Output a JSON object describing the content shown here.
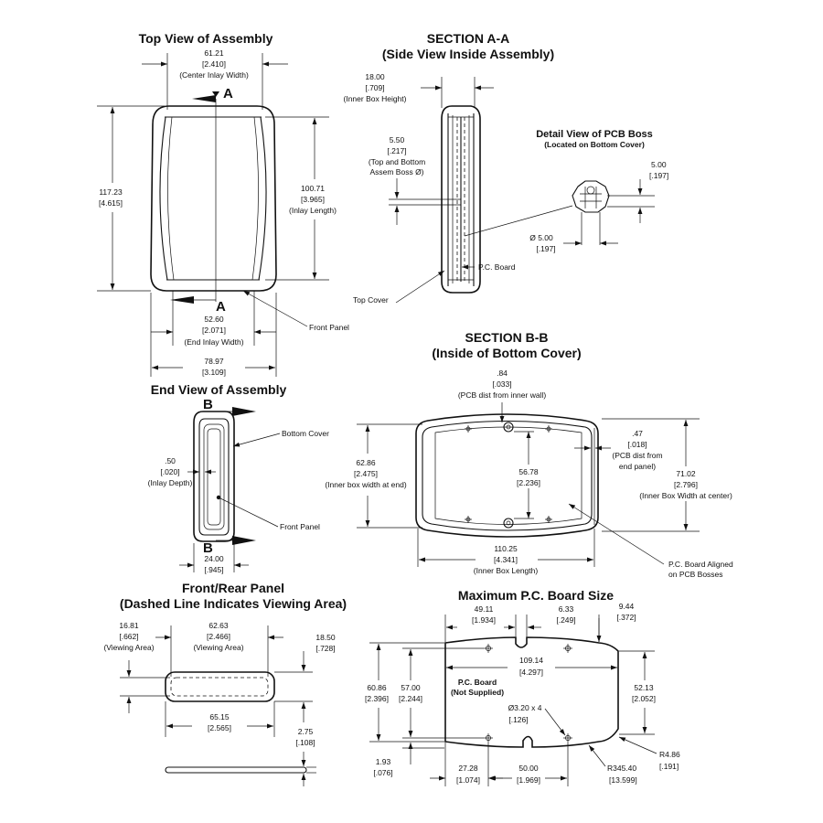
{
  "titles": {
    "top_view": "Top View of Assembly",
    "section_aa_1": "SECTION A-A",
    "section_aa_2": "(Side View Inside Assembly)",
    "detail_boss_1": "Detail View of PCB Boss",
    "detail_boss_2": "(Located on Bottom Cover)",
    "section_bb_1": "SECTION B-B",
    "section_bb_2": "(Inside of Bottom Cover)",
    "end_view": "End View of Assembly",
    "front_panel_1": "Front/Rear Panel",
    "front_panel_2": "(Dashed Line Indicates Viewing Area)",
    "max_pcb": "Maximum P.C. Board Size"
  },
  "top_view": {
    "section_letter_top": "A",
    "section_letter_bottom": "A",
    "dim_center_inlay": [
      "61.21",
      "[2.410]",
      "(Center Inlay Width)"
    ],
    "dim_height": [
      "117.23",
      "[4.615]"
    ],
    "dim_inlay_length": [
      "100.71",
      "[3.965]",
      "(Inlay Length)"
    ],
    "dim_end_inlay": [
      "52.60",
      "[2.071]",
      "(End Inlay Width)"
    ],
    "dim_overall_width": [
      "78.97",
      "[3.109]"
    ],
    "callout_front_panel": "Front Panel"
  },
  "section_aa": {
    "dim_inner_height": [
      "18.00",
      "[.709]",
      "(Inner Box Height)"
    ],
    "dim_boss": [
      "5.50",
      "[.217]",
      "(Top and Bottom",
      "Assem Boss Ø)"
    ],
    "callout_pc_board": "P.C. Board",
    "callout_top_cover": "Top Cover"
  },
  "detail_boss": {
    "dim_height": [
      "5.00",
      "[.197]"
    ],
    "dim_diameter": [
      "Ø  5.00",
      "[.197]"
    ]
  },
  "section_bb": {
    "dim_pcb_wall": [
      ".84",
      "[.033]",
      "(PCB dist from inner wall)"
    ],
    "dim_pcb_end": [
      ".47",
      "[.018]",
      "(PCB dist from",
      "end panel)"
    ],
    "dim_end_width": [
      "62.86",
      "[2.475]",
      "(Inner box width at end)"
    ],
    "dim_boss_spacing": [
      "56.78",
      "[2.236]"
    ],
    "dim_center_width": [
      "71.02",
      "[2.796]",
      "(Inner Box Width at center)"
    ],
    "dim_inner_length": [
      "110.25",
      "[4.341]",
      "(Inner Box Length)"
    ],
    "callout_pcb_aligned": [
      "P.C. Board Aligned",
      "on PCB Bosses"
    ]
  },
  "end_view": {
    "section_letter_top": "B",
    "section_letter_bottom": "B",
    "callout_bottom_cover": "Bottom Cover",
    "dim_inlay_depth": [
      ".50",
      "[.020]",
      "(Inlay Depth)"
    ],
    "callout_front_panel": "Front Panel",
    "dim_width": [
      "24.00",
      "[.945]"
    ]
  },
  "front_panel": {
    "dim_view_left": [
      "16.81",
      "[.662]",
      "(Viewing Area)"
    ],
    "dim_view_width": [
      "62.63",
      "[2.466]",
      "(Viewing Area)"
    ],
    "dim_height": [
      "18.50",
      "[.728]"
    ],
    "dim_width": [
      "65.15",
      "[2.565]"
    ],
    "dim_thickness": [
      "2.75",
      "[.108]"
    ]
  },
  "max_pcb": {
    "dim_hole_x": [
      "49.11",
      "[1.934]"
    ],
    "dim_slot": [
      "6.33",
      "[.249]"
    ],
    "dim_end_offset": [
      "9.44",
      "[.372]"
    ],
    "dim_hole_spacing": [
      "109.14",
      "[4.297]"
    ],
    "label_board": [
      "P.C. Board",
      "(Not Supplied)"
    ],
    "dim_overall_h": [
      "60.86",
      "[2.396]"
    ],
    "dim_hole_h": [
      "57.00",
      "[2.244]"
    ],
    "dim_end_h": [
      "52.13",
      "[2.052]"
    ],
    "dim_holes": [
      "Ø3.20 x 4",
      "[.126]"
    ],
    "dim_bottom_offset": [
      "1.93",
      "[.076]"
    ],
    "dim_left_hole": [
      "27.28",
      "[1.074]"
    ],
    "dim_hole_gap": [
      "50.00",
      "[1.969]"
    ],
    "dim_big_radius": [
      "R345.40",
      "[13.599]"
    ],
    "dim_corner_radius": [
      "R4.86",
      "[.191]"
    ]
  }
}
